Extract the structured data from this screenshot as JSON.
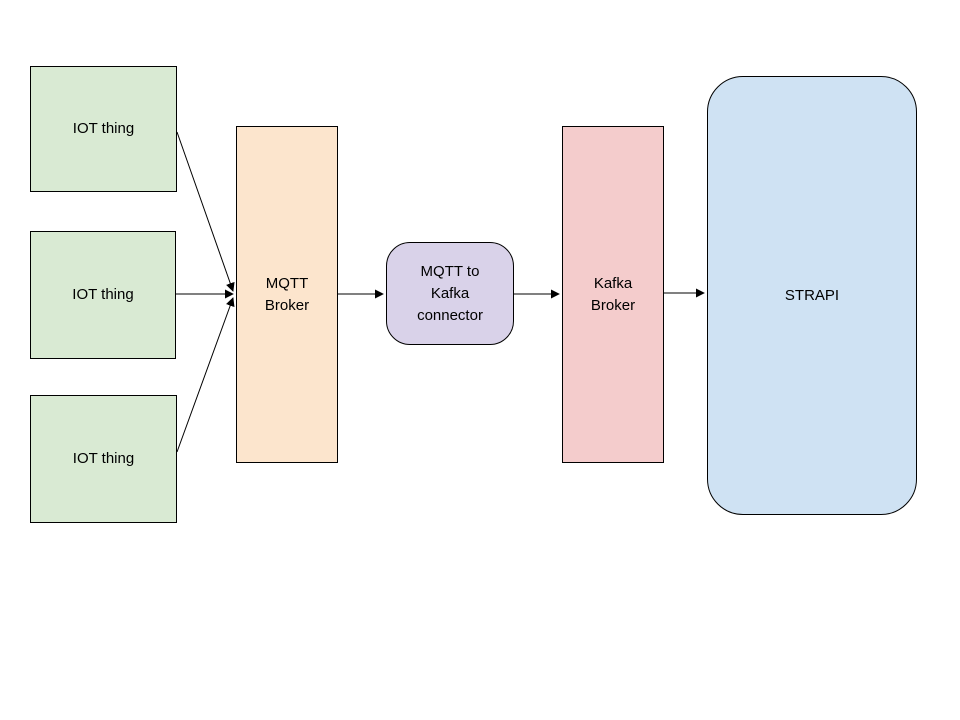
{
  "diagram": {
    "background_color": "#ffffff",
    "line_color": "#000000",
    "text_color": "#000000",
    "nodes": [
      {
        "id": "iot-thing-1",
        "label": "IOT thing",
        "shape": "rectangle",
        "fill": "#d9ead3",
        "border": "#000000"
      },
      {
        "id": "iot-thing-2",
        "label": "IOT thing",
        "shape": "rectangle",
        "fill": "#d9ead3",
        "border": "#000000"
      },
      {
        "id": "iot-thing-3",
        "label": "IOT thing",
        "shape": "rectangle",
        "fill": "#d9ead3",
        "border": "#000000"
      },
      {
        "id": "mqtt-broker",
        "label": "MQTT\nBroker",
        "shape": "rectangle",
        "fill": "#fce5cd",
        "border": "#000000"
      },
      {
        "id": "mqtt-kafka-connector",
        "label": "MQTT to\nKafka\nconnector",
        "shape": "rounded-rectangle",
        "fill": "#d9d2e9",
        "border": "#000000"
      },
      {
        "id": "kafka-broker",
        "label": "Kafka\nBroker",
        "shape": "rectangle",
        "fill": "#f4cccc",
        "border": "#000000"
      },
      {
        "id": "strapi",
        "label": "STRAPI",
        "shape": "rounded-rectangle",
        "fill": "#cfe2f3",
        "border": "#000000"
      }
    ],
    "edges": [
      {
        "from": "iot-thing-1",
        "to": "mqtt-broker",
        "arrow": "end"
      },
      {
        "from": "iot-thing-2",
        "to": "mqtt-broker",
        "arrow": "end"
      },
      {
        "from": "iot-thing-3",
        "to": "mqtt-broker",
        "arrow": "end"
      },
      {
        "from": "mqtt-broker",
        "to": "mqtt-kafka-connector",
        "arrow": "end"
      },
      {
        "from": "mqtt-kafka-connector",
        "to": "kafka-broker",
        "arrow": "end"
      },
      {
        "from": "kafka-broker",
        "to": "strapi",
        "arrow": "end"
      }
    ]
  }
}
